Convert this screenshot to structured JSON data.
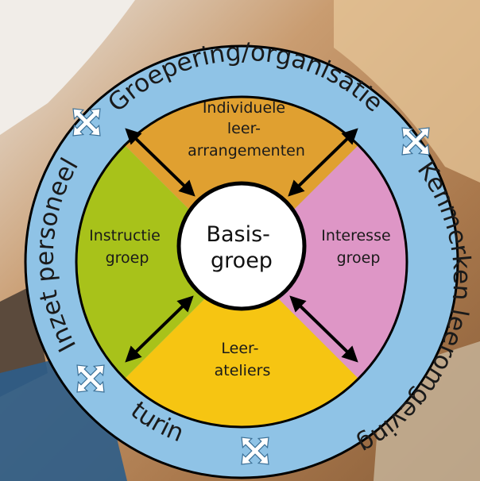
{
  "ring_labels": {
    "top": "Groepering/organisatie",
    "right": "Kenmerken leeromgeving",
    "bottom": "Sturing",
    "left": "Inzet personeel"
  },
  "segments": {
    "top": [
      "Individuele",
      "leer-",
      "arrangementen"
    ],
    "left": [
      "Instructie",
      "groep"
    ],
    "right": [
      "Interesse",
      "groep"
    ],
    "bottom": [
      "Leer-",
      "ateliers"
    ]
  },
  "center": [
    "Basis-",
    "groep"
  ],
  "colors": {
    "ring": "#8fc3e6",
    "top_segment": "#e0a030",
    "left_segment": "#a8c21a",
    "right_segment": "#de96c6",
    "bottom_segment": "#f6c512",
    "center": "#ffffff",
    "outline": "#000000",
    "ring_arrow": "#ffffff"
  },
  "icons": {
    "segment_connectors": "double-headed-arrow-icon",
    "ring_connectors": "four-way-arrow-icon"
  }
}
